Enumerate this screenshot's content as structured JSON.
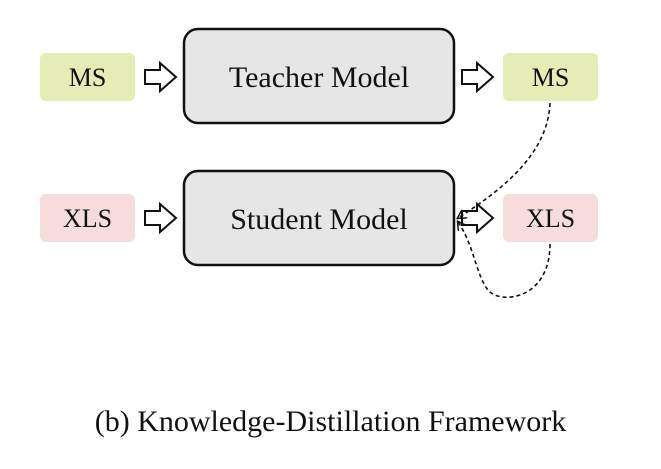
{
  "diagram": {
    "teacher_row": {
      "input_label": "MS",
      "model_label": "Teacher Model",
      "output_label": "MS"
    },
    "student_row": {
      "input_label": "XLS",
      "model_label": "Student Model",
      "output_label": "XLS"
    },
    "colors": {
      "ms_box": "#e6ecb6",
      "xls_box": "#f7dcdc",
      "model_box": "#e6e6e6",
      "stroke": "#111111"
    }
  },
  "caption": "(b) Knowledge-Distillation Framework"
}
